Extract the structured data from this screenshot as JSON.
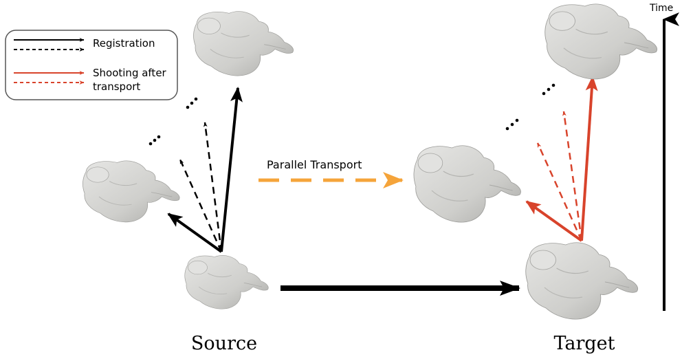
{
  "legend": {
    "registration_label": "Registration",
    "shooting_label_line1": "Shooting after",
    "shooting_label_line2": "transport"
  },
  "labels": {
    "parallel_transport": "Parallel Transport",
    "time": "Time",
    "source": "Source",
    "target": "Target"
  },
  "colors": {
    "registration": "#000000",
    "shooting": "#d8432b",
    "transport": "#f5a43a",
    "heart_fill": "#d9d9d7",
    "heart_shade": "#b9b9b6",
    "legend_border": "#555555"
  },
  "icons": {
    "heart": "heart-mesh-icon",
    "ellipsis": "ellipsis-dots-icon"
  }
}
